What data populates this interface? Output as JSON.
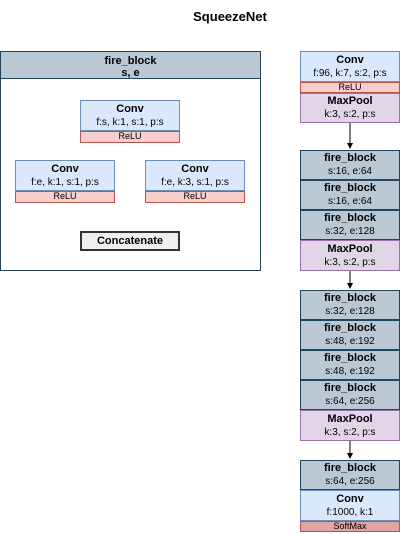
{
  "title": "SqueezeNet",
  "fire_block_def": {
    "header_name": "fire_block",
    "header_params": "s, e",
    "squeeze": {
      "name": "Conv",
      "params": "f:s, k:1, s:1, p:s",
      "activation": "ReLU"
    },
    "expand_left": {
      "name": "Conv",
      "params": "f:e, k:1, s:1, p:s",
      "activation": "ReLU"
    },
    "expand_right": {
      "name": "Conv",
      "params": "f:e, k:3, s:1, p:s",
      "activation": "ReLU"
    },
    "concat": "Concatenate"
  },
  "network": {
    "conv1": {
      "name": "Conv",
      "params": "f:96, k:7, s:2, p:s",
      "activation": "ReLU"
    },
    "pool1": {
      "name": "MaxPool",
      "params": "k:3, s:2, p:s"
    },
    "group1": [
      {
        "name": "fire_block",
        "params": "s:16, e:64"
      },
      {
        "name": "fire_block",
        "params": "s:16, e:64"
      },
      {
        "name": "fire_block",
        "params": "s:32, e:128"
      }
    ],
    "pool2": {
      "name": "MaxPool",
      "params": "k:3, s:2, p:s"
    },
    "group2": [
      {
        "name": "fire_block",
        "params": "s:32, e:128"
      },
      {
        "name": "fire_block",
        "params": "s:48, e:192"
      },
      {
        "name": "fire_block",
        "params": "s:48, e:192"
      },
      {
        "name": "fire_block",
        "params": "s:64, e:256"
      }
    ],
    "pool3": {
      "name": "MaxPool",
      "params": "k:3, s:2, p:s"
    },
    "fire_last": {
      "name": "fire_block",
      "params": "s:64, e:256"
    },
    "conv_last": {
      "name": "Conv",
      "params": "f:1000, k:1",
      "activation": "SoftMax"
    }
  }
}
